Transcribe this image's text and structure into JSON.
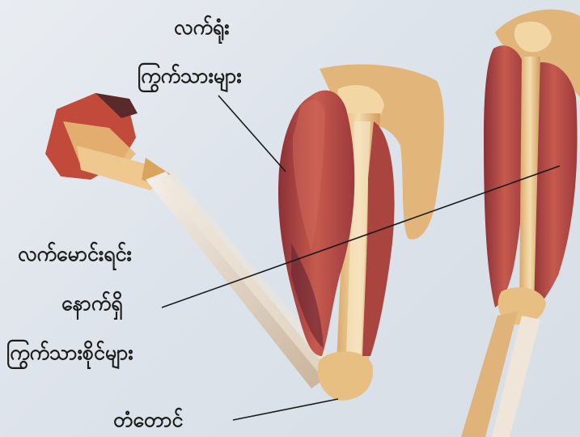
{
  "labels": {
    "biceps_line1": "လက်ရုံး",
    "biceps_line2": "ကြွက်သားများ",
    "triceps_line1": "လက်မောင်းရင်း",
    "triceps_line2": "နောက်ရှိ",
    "triceps_line3": "ကြွက်သားစိုင်များ",
    "elbow": "တံတောင်"
  },
  "colors": {
    "muscle": "#b8524a",
    "muscle_dark": "#7e2e35",
    "bone": "#e6c18a",
    "background": "#e4e9ef",
    "leader_line": "#1a1a1a"
  }
}
